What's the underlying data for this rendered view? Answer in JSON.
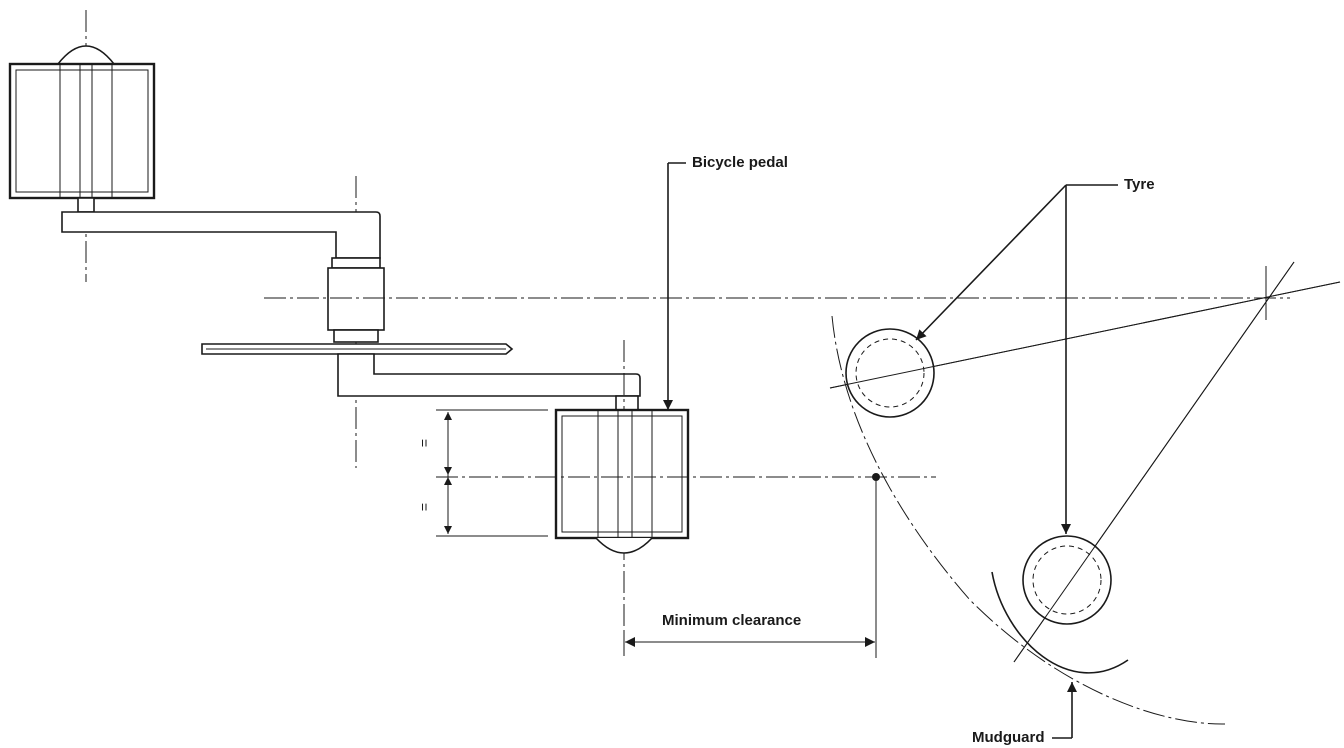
{
  "labels": {
    "tyre": "Tyre",
    "bicycle_pedal": "Bicycle pedal",
    "minimum_clearance": "Minimum clearance",
    "mudguard": "Mudguard",
    "equal_mark_upper": "=",
    "equal_mark_lower": "="
  }
}
